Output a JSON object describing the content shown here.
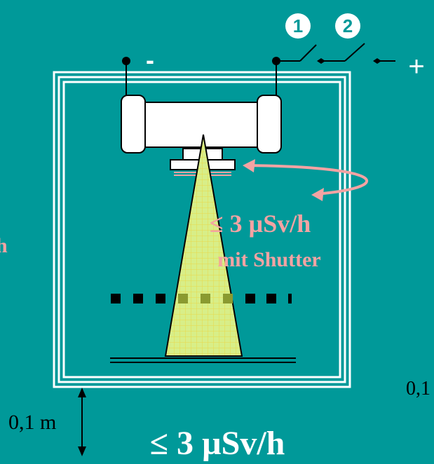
{
  "labels": {
    "switch_1": "❶",
    "switch_2": "❷",
    "minus": "-",
    "plus": "+",
    "inner_dose": "≤ 3 µSv/h",
    "inner_dose_note": "mit Shutter",
    "distance": "0,1 m",
    "outer_dose": "≤ 3 µSv/h",
    "left_edge_fragment": "h",
    "right_edge_fragment": "0,1"
  },
  "colors": {
    "background": "#009999",
    "white": "#FFFFFF",
    "black": "#000000",
    "dose_label": "#F4A3A3",
    "arrow": "#F4A3A3",
    "beam_fill": "#D8EE88",
    "beam_grid": "#E8D84A",
    "filter_mark": "#8A9A30"
  }
}
